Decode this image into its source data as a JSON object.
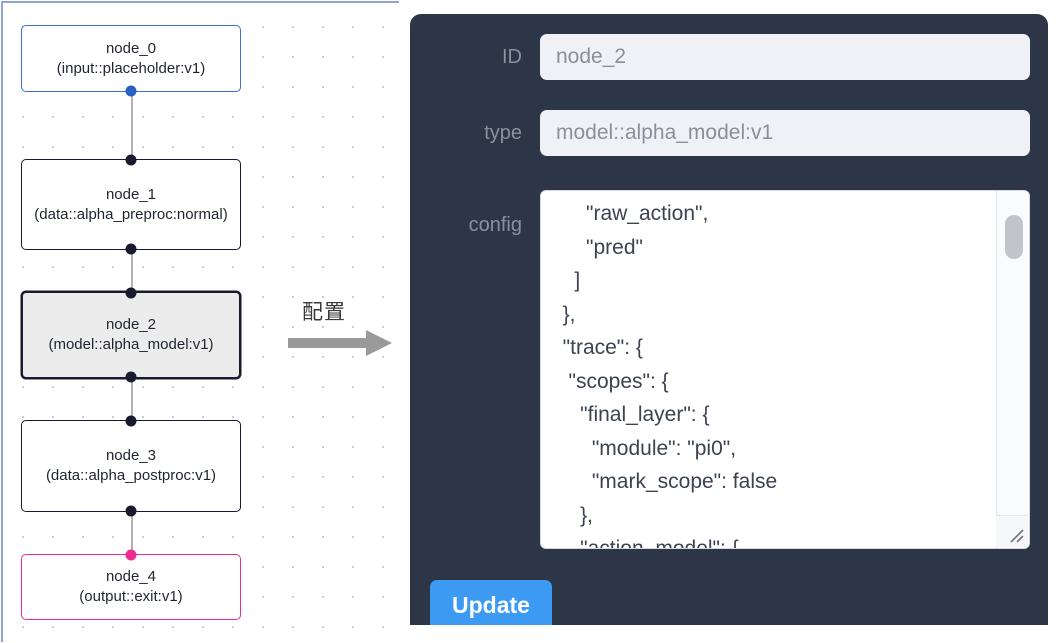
{
  "canvas": {
    "name": "node-flow-canvas",
    "nodes": [
      {
        "id": "node_0",
        "type": "(input::placeholder:v1)",
        "role": "input",
        "selected": false
      },
      {
        "id": "node_1",
        "type": "(data::alpha_preproc:normal)",
        "role": "default",
        "selected": false
      },
      {
        "id": "node_2",
        "type": "(model::alpha_model:v1)",
        "role": "default",
        "selected": true
      },
      {
        "id": "node_3",
        "type": "(data::alpha_postproc:v1)",
        "role": "default",
        "selected": false
      },
      {
        "id": "node_4",
        "type": "(output::exit:v1)",
        "role": "output",
        "selected": false
      }
    ],
    "colors": {
      "input_border": "#3b6fd4",
      "output_border": "#ec2d8f",
      "default_border": "#1a1a2e",
      "selected_fill": "#ececec",
      "edge": "#b1b1b7",
      "grid_dot": "#c8ccd4"
    }
  },
  "annotation": {
    "label": "配置",
    "arrow_icon": "right-arrow-icon",
    "color": "#9a9a9a"
  },
  "config_panel": {
    "background": "#2d3647",
    "fields": [
      {
        "label": "ID",
        "value": "node_2"
      },
      {
        "label": "type",
        "value": "model::alpha_model:v1"
      },
      {
        "label": "config",
        "value": ""
      }
    ],
    "id_label": "ID",
    "id_value": "node_2",
    "type_label": "type",
    "type_value": "model::alpha_model:v1",
    "config_label": "config",
    "config_value": "      \"raw_action\",\n      \"pred\"\n    ]\n  },\n  \"trace\": {\n   \"scopes\": {\n     \"final_layer\": {\n       \"module\": \"pi0\",\n       \"mark_scope\": false\n     },\n     \"action_model\": {",
    "scrollbar": {
      "name": "config-scrollbar",
      "thumb_position": "near-top"
    },
    "update_label": "Update",
    "update_color": "#3c9af3"
  }
}
